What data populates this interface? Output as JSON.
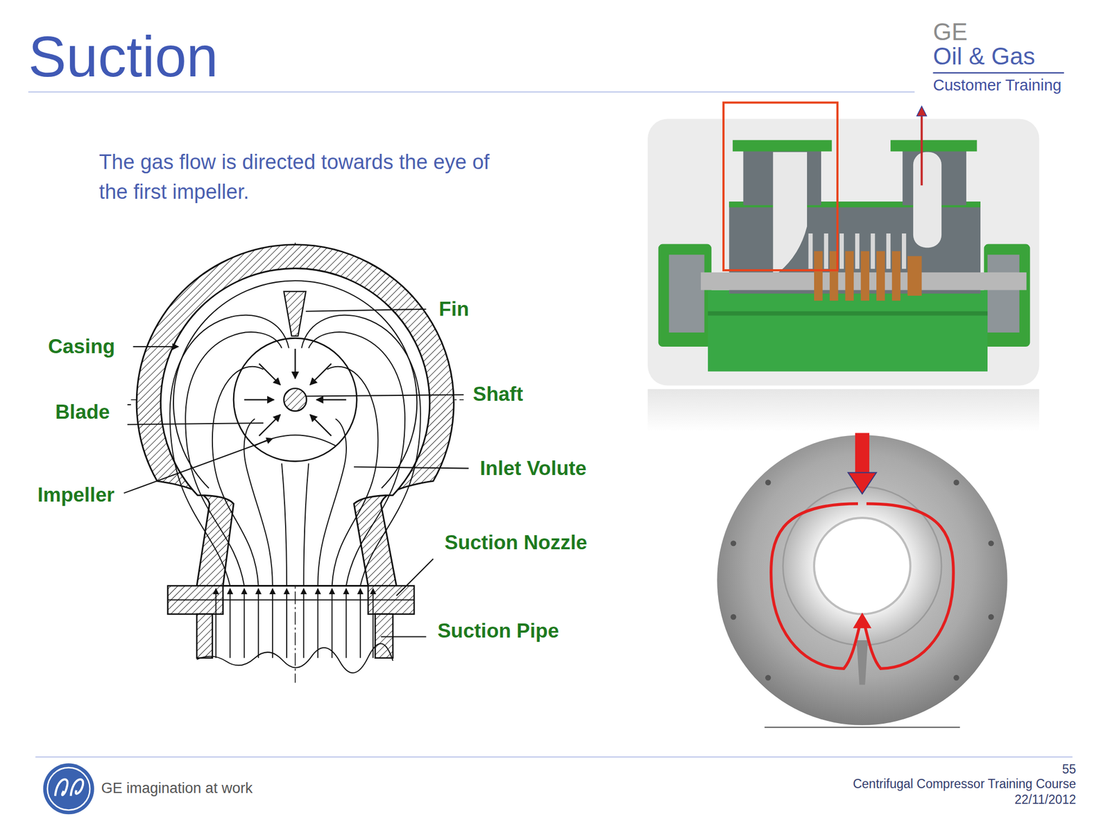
{
  "diagram": {
    "title": "Suction",
    "labels": [
      "GE",
      "Oil & Gas",
      "Customer Training",
      "The gas flow is directed towards the eye of the first impeller.",
      "Fin",
      "Casing",
      "Shaft",
      "Blade",
      "Inlet Volute",
      "Impeller",
      "Suction Nozzle",
      "Suction Pipe",
      "GE imagination at work",
      "55",
      "Centrifugal Compressor Training Course",
      "22/11/2012"
    ]
  }
}
